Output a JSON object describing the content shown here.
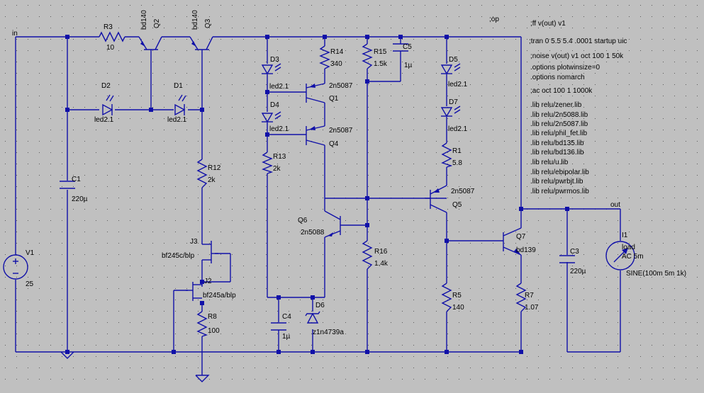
{
  "net_labels": {
    "in": "in",
    "out": "out"
  },
  "components": {
    "R3": {
      "name": "R3",
      "value": "10"
    },
    "Q2": {
      "name": "Q2",
      "model": "bd140"
    },
    "Q3": {
      "name": "Q3",
      "model": "bd140"
    },
    "D2": {
      "name": "D2",
      "value": "led2.1"
    },
    "D1": {
      "name": "D1",
      "value": "led2.1"
    },
    "C1": {
      "name": "C1",
      "value": "220µ"
    },
    "V1": {
      "name": "V1",
      "value": "25"
    },
    "R12": {
      "name": "R12",
      "value": "2k"
    },
    "J3": {
      "name": "J3",
      "value": "bf245c/blp"
    },
    "J2": {
      "name": "J2",
      "value": "bf245a/blp"
    },
    "R8": {
      "name": "R8",
      "value": "100"
    },
    "D3": {
      "name": "D3",
      "value": "led2.1"
    },
    "D4": {
      "name": "D4",
      "value": "led2.1"
    },
    "R13": {
      "name": "R13",
      "value": "2k"
    },
    "R14": {
      "name": "R14",
      "value": "340"
    },
    "Q1": {
      "name": "Q1",
      "value": "2n5087"
    },
    "Q4": {
      "name": "Q4",
      "value": "2n5087"
    },
    "R15": {
      "name": "R15",
      "value": "1.5k"
    },
    "C5": {
      "name": "C5",
      "value": "1µ"
    },
    "Q6": {
      "name": "Q6",
      "value": "2n5088"
    },
    "R16": {
      "name": "R16",
      "value": "1.4k"
    },
    "C4": {
      "name": "C4",
      "value": "1µ"
    },
    "D6": {
      "name": "D6",
      "value": "z1n4739a"
    },
    "D5": {
      "name": "D5",
      "value": "led2.1"
    },
    "D7": {
      "name": "D7",
      "value": "led2.1"
    },
    "R1": {
      "name": "R1",
      "value": "5.8"
    },
    "Q5": {
      "name": "Q5",
      "value": "2n5087"
    },
    "R5": {
      "name": "R5",
      "value": "140"
    },
    "Q7": {
      "name": "Q7",
      "value": "bd139"
    },
    "R7": {
      "name": "R7",
      "value": "1.07"
    },
    "C3": {
      "name": "C3",
      "value": "220µ"
    },
    "I1": {
      "name": "I1",
      "line1": "load",
      "line2": "AC 5m",
      "line3": "SINE(100m 5m 1k)"
    }
  },
  "directives": {
    "op": ";op",
    "ff": ";ff v(out) v1",
    "tran": ";tran 0 5.5 5.4 .0001 startup uic",
    "noise": ";noise v(out) v1 oct 100 1 50k",
    "plotwinsize": ".options plotwinsize=0",
    "nomarch": ".options nomarch",
    "ac": ";ac oct 100 1 1000k",
    "libs": [
      ".lib relu/zener.lib",
      ".lib relu/2n5088.lib",
      ".lib relu/2n5087.lib",
      ".lib relu/phil_fet.lib",
      ".lib relu/bd135.lib",
      ".lib relu/bd136.lib",
      ".lib relu/u.lib",
      ".lib relu/ebipolar.lib",
      ".lib relu/pwrbjt.lib",
      ".lib relu/pwrmos.lib"
    ]
  },
  "colors": {
    "background": "#c0c0c0",
    "wire": "#1010a8",
    "grid": "#5a5a5a",
    "text": "#000000"
  }
}
